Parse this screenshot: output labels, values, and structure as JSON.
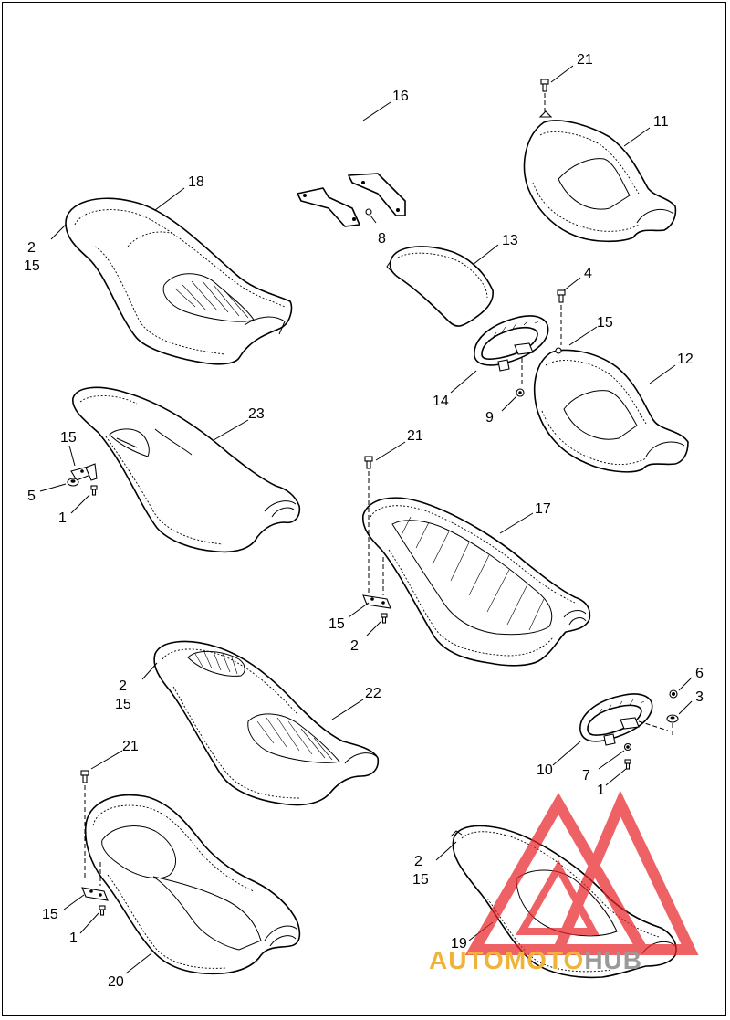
{
  "callouts": {
    "c18": "18",
    "c2a": "2",
    "c15a": "15",
    "c16": "16",
    "c8": "8",
    "c21a": "21",
    "c11": "11",
    "c13": "13",
    "c4": "4",
    "c15b": "15",
    "c14": "14",
    "c9": "9",
    "c12": "12",
    "c23": "23",
    "c15c": "15",
    "c5": "5",
    "c1a": "1",
    "c21b": "21",
    "c17": "17",
    "c15d": "15",
    "c2b": "2",
    "c2c": "2",
    "c15e": "15",
    "c22": "22",
    "c6": "6",
    "c3": "3",
    "c10": "10",
    "c7": "7",
    "c1b": "1",
    "c21c": "21",
    "c15f": "15",
    "c1c": "1",
    "c20": "20",
    "c2d": "2",
    "c15g": "15",
    "c19": "19"
  },
  "watermark": {
    "part_a": "AUTOMOTO",
    "part_b": "HUB",
    "color_a": "#f0b33a",
    "color_b": "#9a9a9a",
    "triangle_color": "#e8262a"
  }
}
